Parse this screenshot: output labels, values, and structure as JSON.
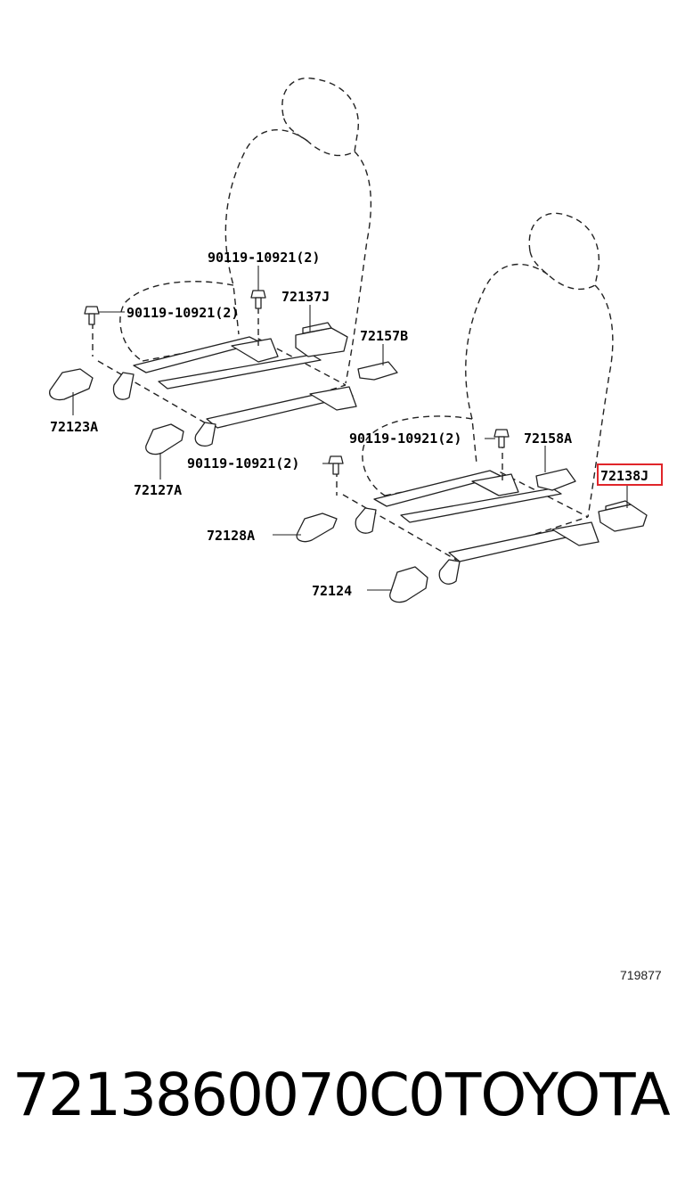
{
  "labels": {
    "bolt_top": "90119-10921(2)",
    "bolt_left": "90119-10921(2)",
    "bolt_mid": "90119-10921(2)",
    "bolt_right": "90119-10921(2)",
    "p72137j": "72137J",
    "p72157b": "72157B",
    "p72123a": "72123A",
    "p72127a": "72127A",
    "p72158a": "72158A",
    "p72138j": "72138J",
    "p72128a": "72128A",
    "p72124": "72124"
  },
  "highlight_color": "#e0252a",
  "ref_number": "719877",
  "footer": {
    "part_number": "7213860070C0",
    "brand": "TOYOTA"
  }
}
